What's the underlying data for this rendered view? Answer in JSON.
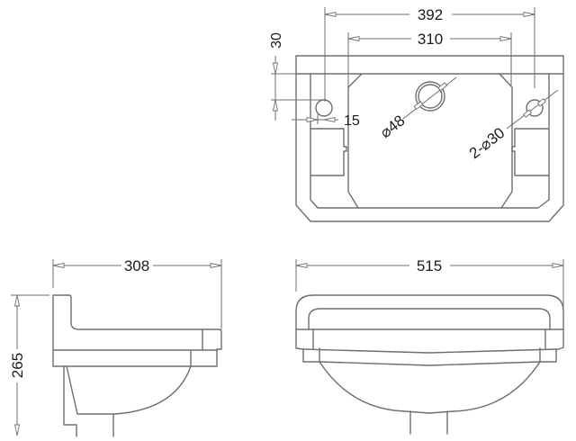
{
  "drawing": {
    "subject": "Wall-hung basin technical drawing",
    "line_color": "#6e6e6e",
    "text_color": "#1c1c1c",
    "units": "mm"
  },
  "top_view": {
    "dim_overall_tap_centers": "392",
    "dim_inner_width": "310",
    "dim_tap_hole_offset": "30",
    "dim_tap_hole_edge": "15",
    "waste_hole_label": "⌀48",
    "tap_holes_label": "2-⌀30"
  },
  "side_view": {
    "dim_depth": "308",
    "dim_height": "265"
  },
  "front_view": {
    "dim_width": "515"
  }
}
